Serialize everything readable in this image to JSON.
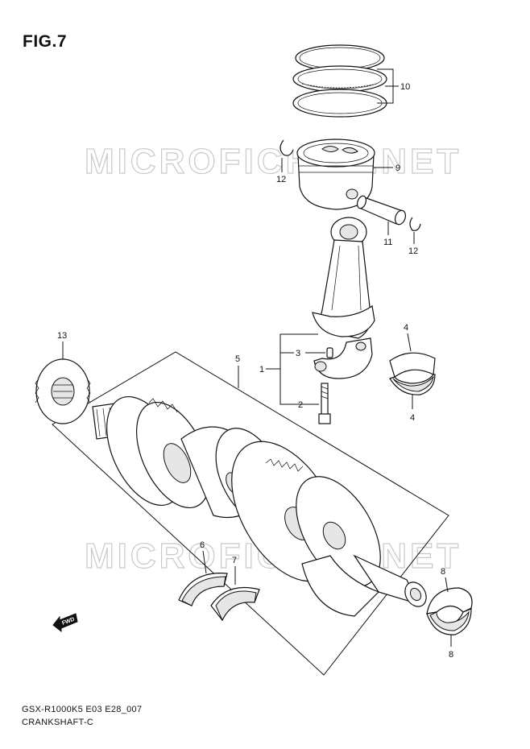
{
  "figure_title": "FIG.7",
  "footer": {
    "line1": "GSX-R1000K5 E03 E28_007",
    "line2": "CRANKSHAFT-C"
  },
  "watermark": "MICROFICHES.NET",
  "fwd_label": "FWD",
  "callouts": {
    "c1": "1",
    "c2": "2",
    "c3": "3",
    "c4a": "4",
    "c4b": "4",
    "c5": "5",
    "c6": "6",
    "c7": "7",
    "c8a": "8",
    "c8b": "8",
    "c9": "9",
    "c10": "10",
    "c11": "11",
    "c12a": "12",
    "c12b": "12",
    "c13": "13"
  }
}
